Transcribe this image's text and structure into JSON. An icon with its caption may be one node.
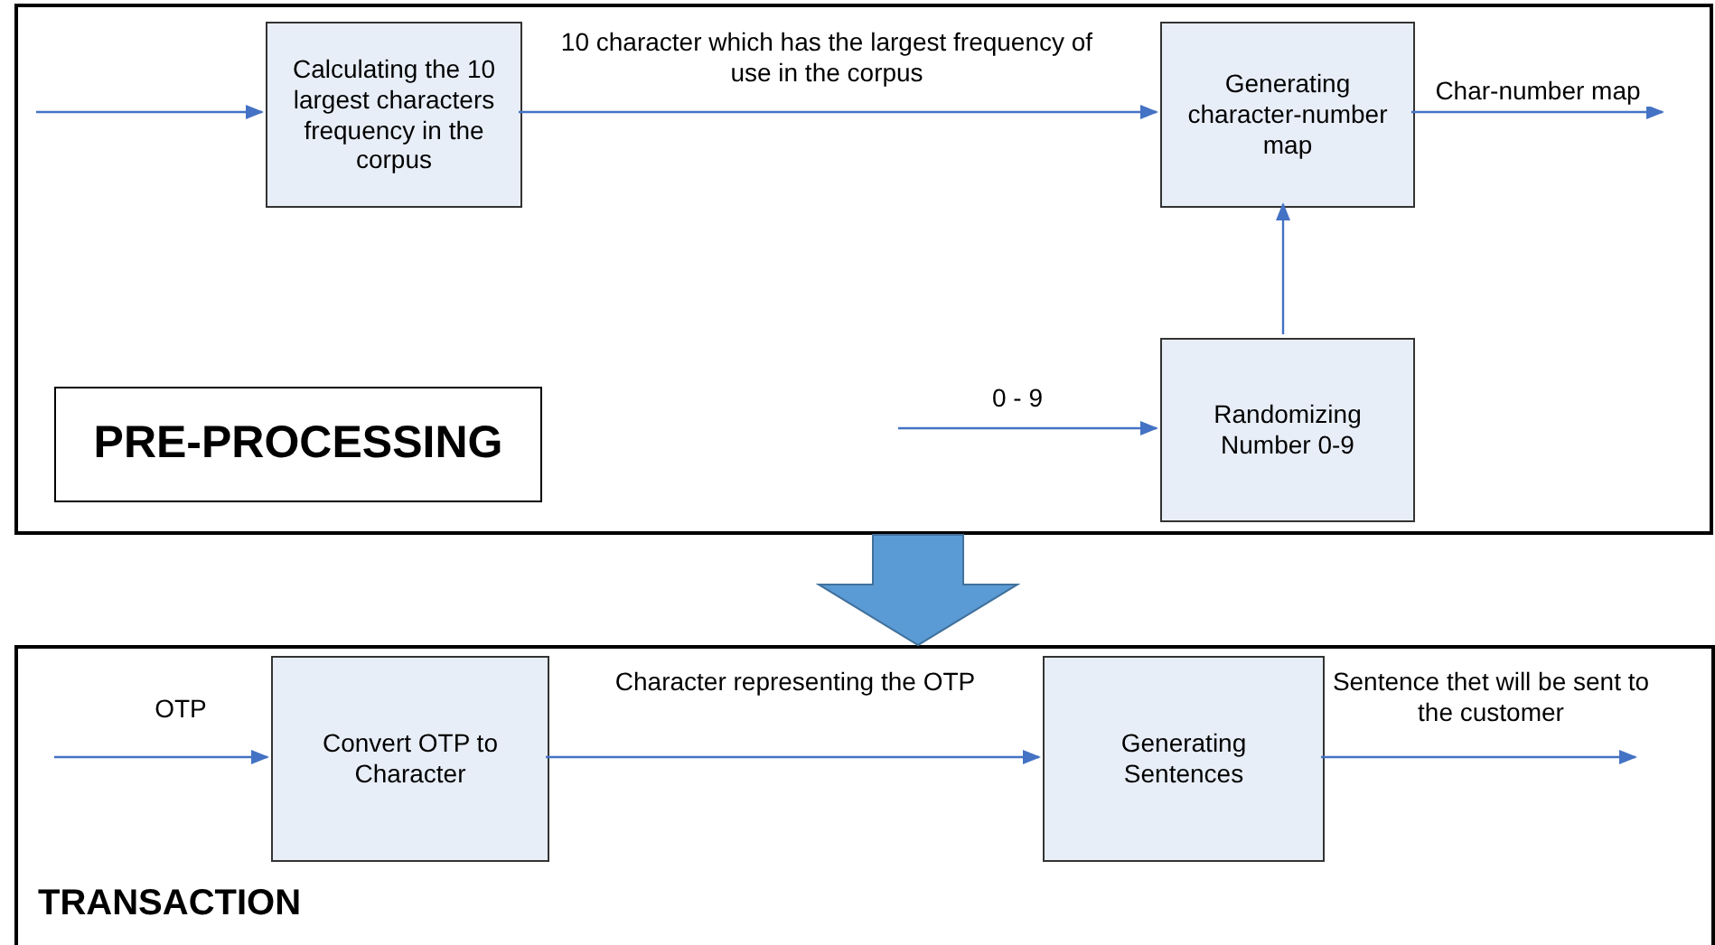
{
  "diagram": {
    "nodes": [
      {
        "text": [
          "PRE-PROCESSING"
        ]
      },
      {
        "text": [
          "Calculating the 10 largest characters frequency in the corpus"
        ],
        "in": 0
      },
      {
        "text": [
          "Generating character-number map"
        ],
        "in": 0
      },
      {
        "text": [
          "Randomizing Number 0-9"
        ],
        "in": 0
      },
      {
        "text": [
          "TRANSACTION"
        ]
      },
      {
        "text": [
          "Convert OTP to Character"
        ],
        "in": 4
      },
      {
        "text": [
          "Generating Sentences"
        ],
        "in": 4
      }
    ],
    "edges": [
      {
        "from": null,
        "to": 1,
        "arrow": "to"
      },
      {
        "from": 1,
        "to": 2,
        "arrow": "to",
        "label": "10 character which has the largest frequency of use in the corpus"
      },
      {
        "from": 2,
        "to": null,
        "arrow": "to",
        "label": "Char-number map"
      },
      {
        "from": 3,
        "to": 2,
        "arrow": "to"
      },
      {
        "from": null,
        "to": 3,
        "arrow": "to",
        "label": "0 - 9"
      },
      {
        "from": 0,
        "to": 4,
        "arrow": "to",
        "style": "thick",
        "color": "#5b9bd5"
      },
      {
        "from": null,
        "to": 5,
        "arrow": "to",
        "label": "OTP"
      },
      {
        "from": 5,
        "to": 6,
        "arrow": "to",
        "label": "Character representing the OTP"
      },
      {
        "from": 6,
        "to": null,
        "arrow": "to",
        "label": "Sentence thet will be sent to the customer"
      }
    ]
  }
}
